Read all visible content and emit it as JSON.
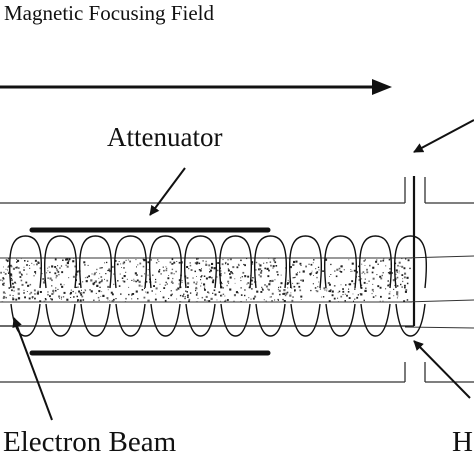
{
  "labels": {
    "field": "Magnetic Focusing Field",
    "attenuator": "Attenuator",
    "beam": "Electron Beam",
    "helix_partial": "H"
  }
}
